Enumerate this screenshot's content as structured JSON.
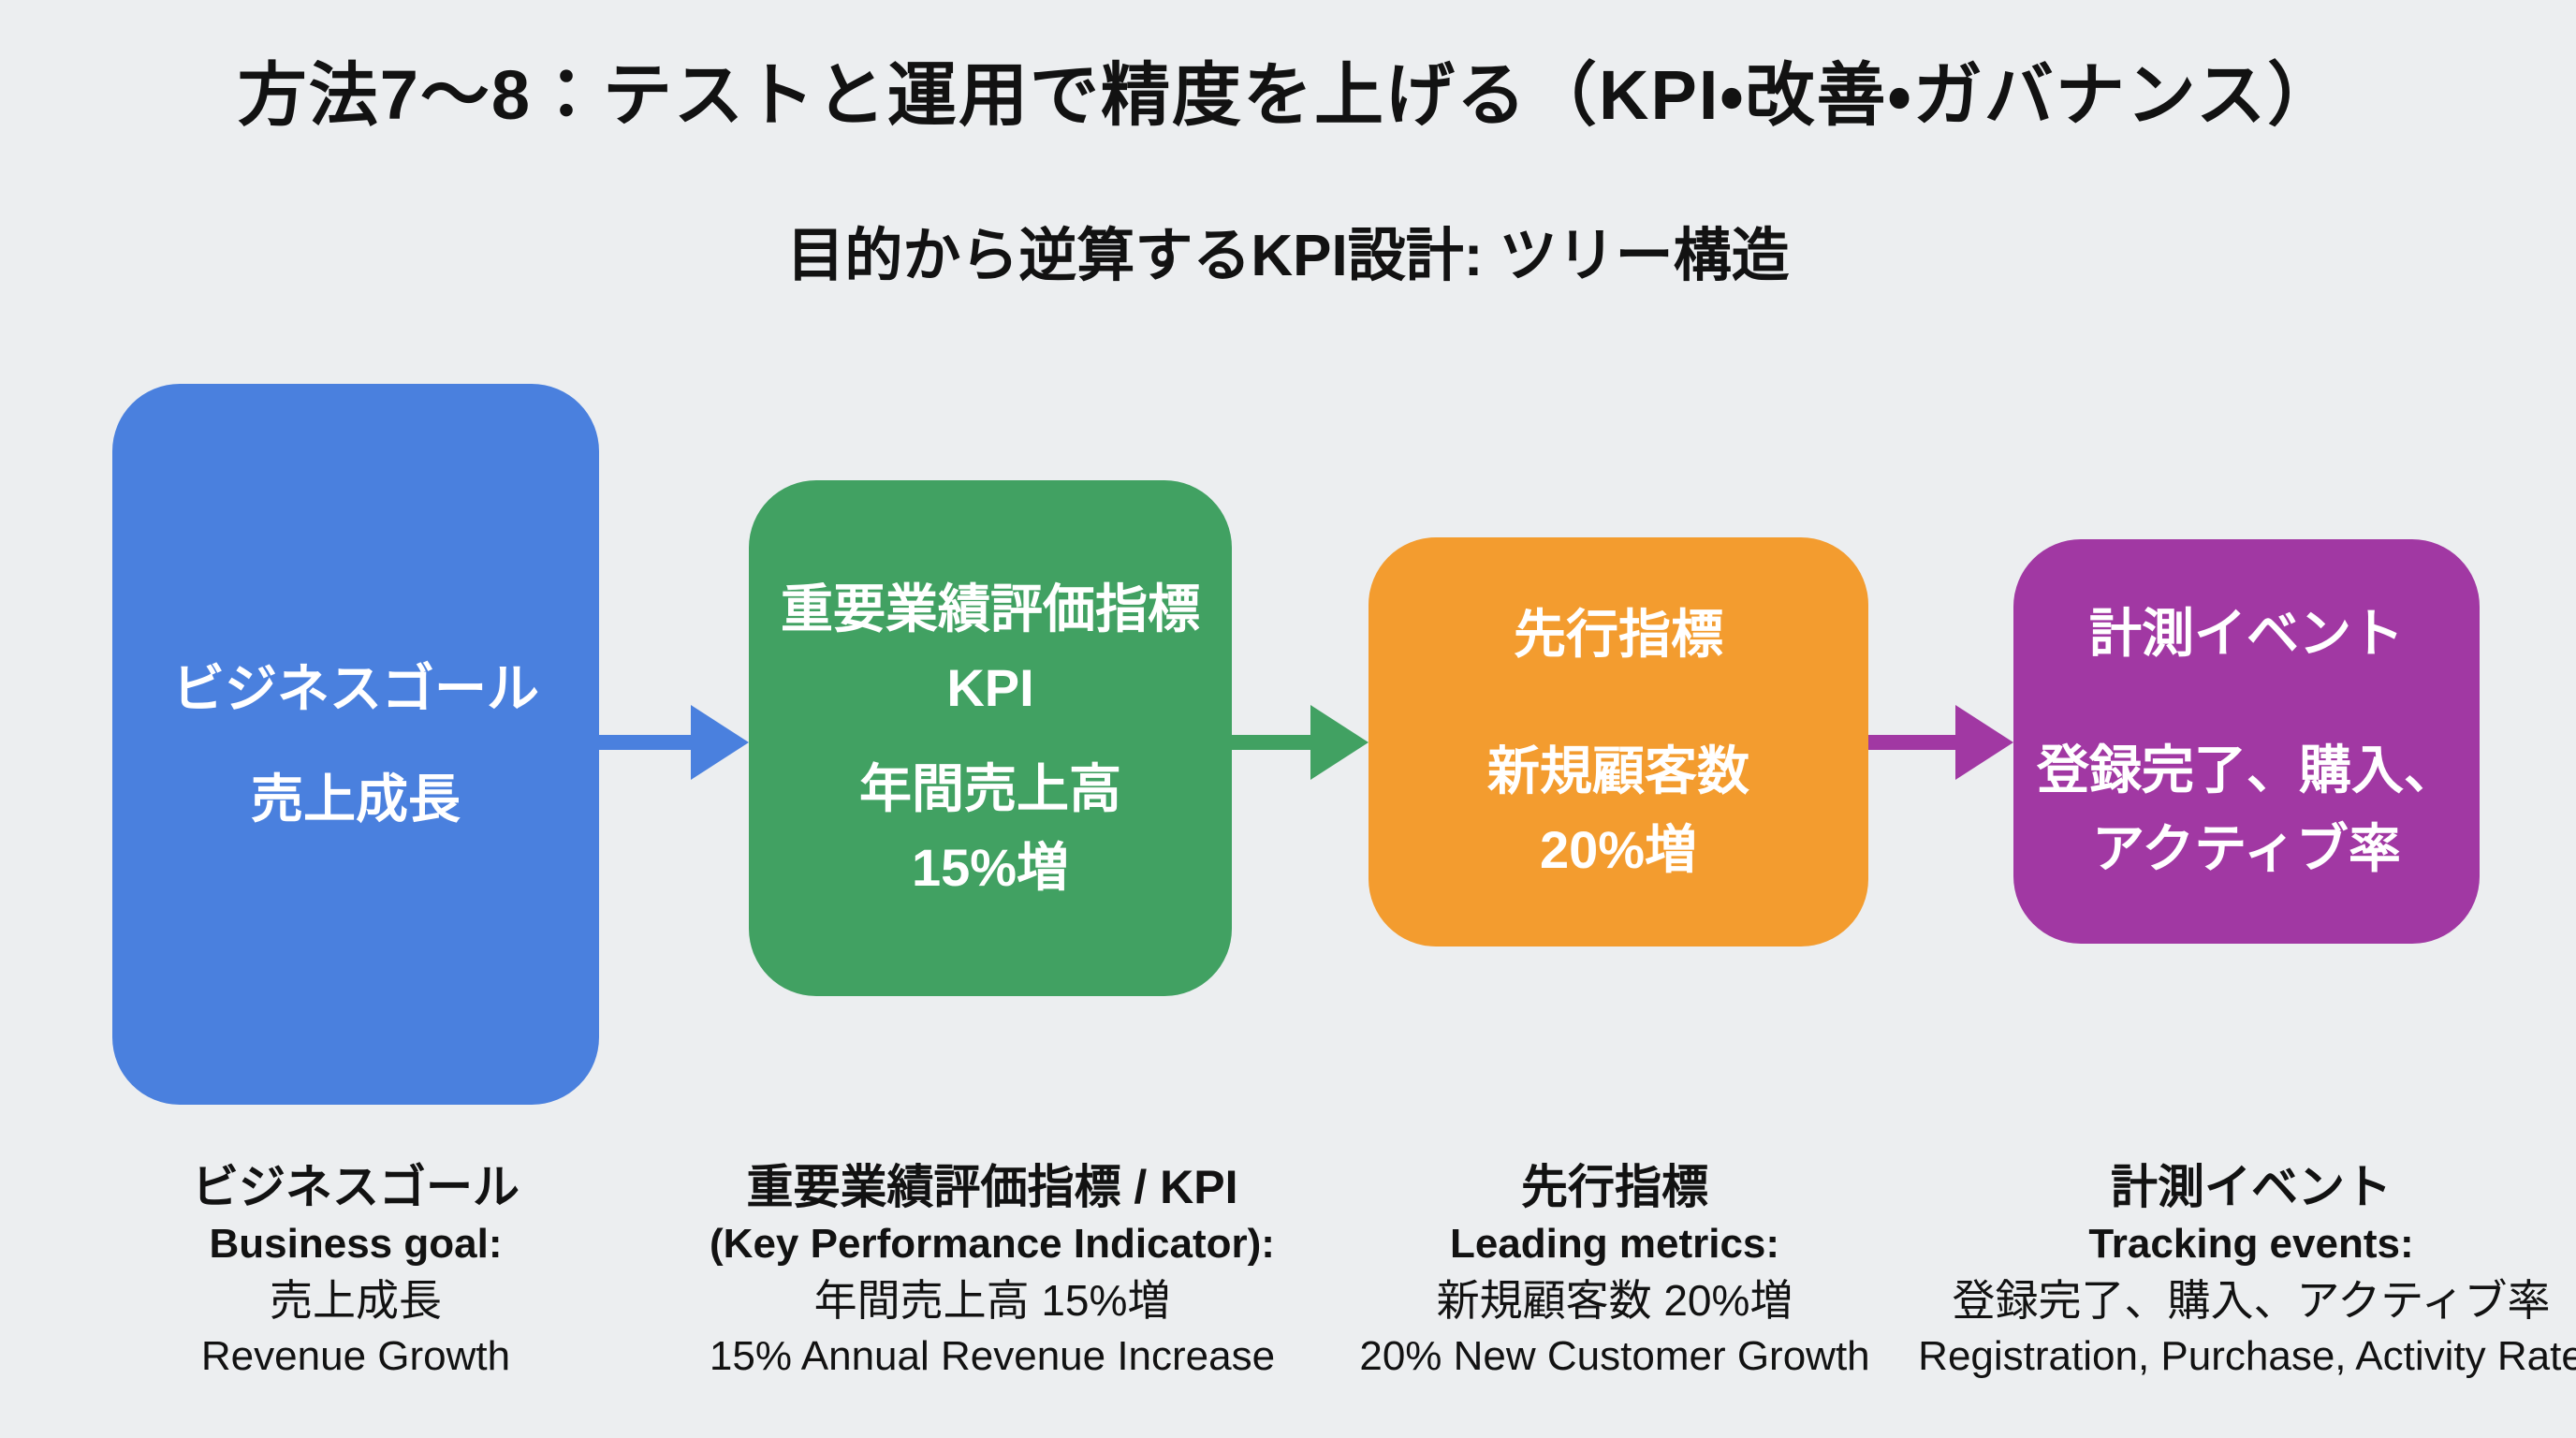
{
  "page": {
    "title": "方法7〜8：テストと運用で精度を上げる（KPI・改善・ガバナンス）",
    "subtitle": "目的から逆算するKPI設計: ツリー構造",
    "background_color": "#ECEEF0",
    "text_color": "#121212"
  },
  "diagram": {
    "type": "flow-left-to-right",
    "nodes": [
      {
        "id": "business-goal",
        "color": "#4A80DE",
        "text_color": "#FFFFFF",
        "groups": [
          [
            "ビジネスゴール"
          ],
          [
            "売上成長"
          ]
        ]
      },
      {
        "id": "kpi",
        "color": "#41A162",
        "text_color": "#FFFFFF",
        "groups": [
          [
            "重要業績評価指標",
            "KPI"
          ],
          [
            "年間売上高",
            "15%増"
          ]
        ]
      },
      {
        "id": "leading-metrics",
        "color": "#F39C2F",
        "text_color": "#FFFFFF",
        "groups": [
          [
            "先行指標"
          ],
          [
            "新規顧客数",
            "20%増"
          ]
        ]
      },
      {
        "id": "tracking-events",
        "color": "#A138A3",
        "text_color": "#FFFFFF",
        "groups": [
          [
            "計測イベント"
          ],
          [
            "登録完了、購入、",
            "アクティブ率"
          ]
        ]
      }
    ],
    "arrows": [
      {
        "from": "business-goal",
        "to": "kpi",
        "color": "#4A80DE"
      },
      {
        "from": "kpi",
        "to": "leading-metrics",
        "color": "#41A162"
      },
      {
        "from": "leading-metrics",
        "to": "tracking-events",
        "color": "#A138A3"
      }
    ]
  },
  "labels": [
    {
      "jp_title": "ビジネスゴール",
      "en_title": "Business goal:",
      "jp_detail": "売上成長",
      "en_detail": "Revenue Growth"
    },
    {
      "jp_title": "重要業績評価指標 / KPI",
      "en_title": "(Key Performance Indicator):",
      "jp_detail": "年間売上高 15%増",
      "en_detail": "15% Annual Revenue Increase"
    },
    {
      "jp_title": "先行指標",
      "en_title": "Leading metrics:",
      "jp_detail": "新規顧客数 20%増",
      "en_detail": "20% New Customer Growth"
    },
    {
      "jp_title": "計測イベント",
      "en_title": "Tracking events:",
      "jp_detail": "登録完了、購入、アクティブ率",
      "en_detail": "Registration, Purchase, Activity Rate"
    }
  ]
}
